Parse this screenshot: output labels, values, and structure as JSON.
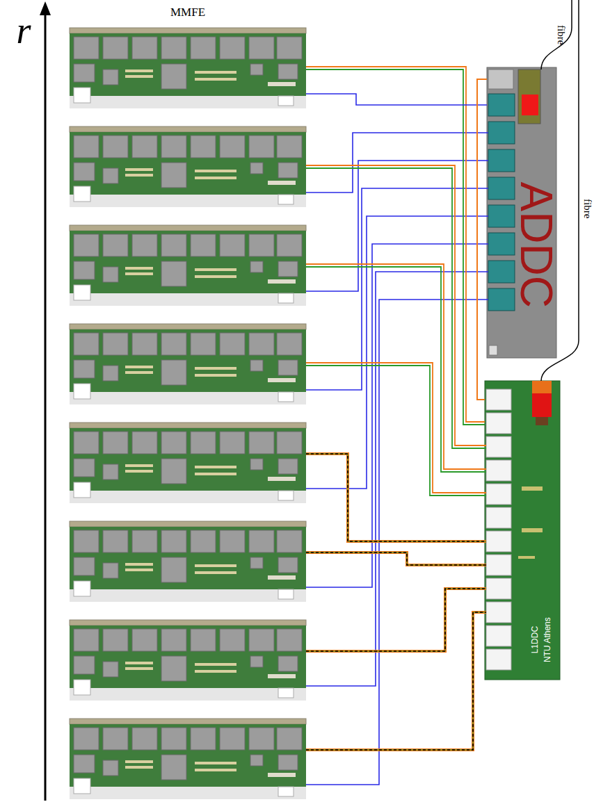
{
  "diagram": {
    "nodes": [
      {
        "text": [
          "MMFE"
        ]
      },
      {
        "text": [
          "ADDC"
        ]
      },
      {
        "text": [
          "L1DDC",
          "NTU Athens"
        ]
      }
    ],
    "edges": [
      {
        "from": 0,
        "to": 2,
        "arrow": "none"
      },
      {
        "from": 0,
        "to": 1,
        "arrow": "none"
      },
      {
        "from": 1,
        "to": 2,
        "arrow": "none"
      }
    ],
    "labels": [
      "r",
      "fibre",
      "fibre"
    ]
  }
}
